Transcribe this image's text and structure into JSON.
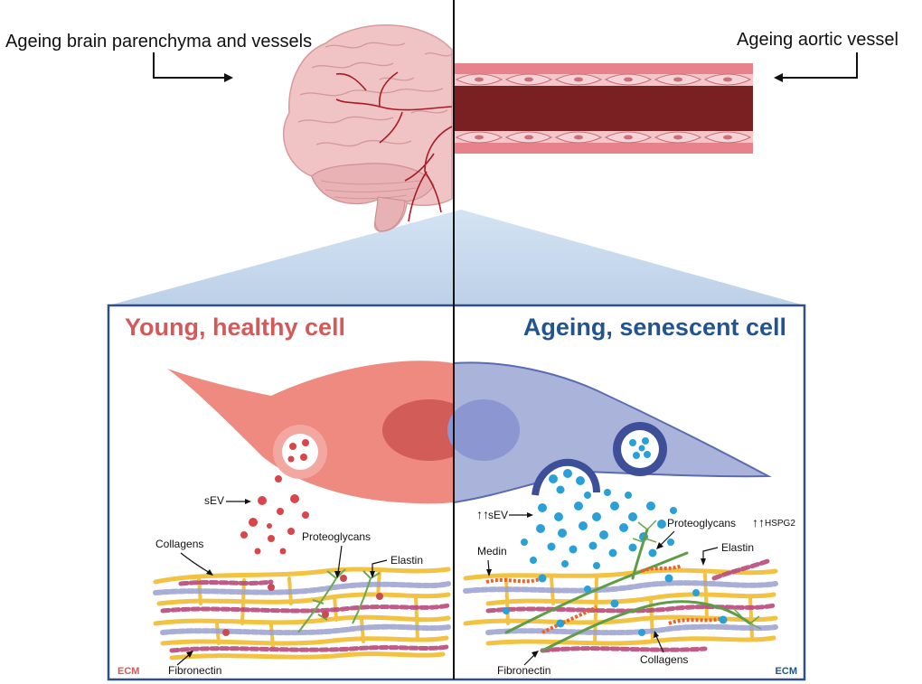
{
  "top": {
    "left_label": "Ageing brain parenchyma and vessels",
    "right_label": "Ageing aortic vessel"
  },
  "young": {
    "title": "Young, healthy cell",
    "sev": "sEV",
    "collagens": "Collagens",
    "proteoglycans": "Proteoglycans",
    "elastin": "Elastin",
    "fibronectin": "Fibronectin",
    "ecm": "ECM"
  },
  "ageing": {
    "title": "Ageing, senescent cell",
    "sev": "sEV",
    "proteoglycans": "Proteoglycans",
    "hspg2": "HSPG2",
    "medin": "Medin",
    "elastin": "Elastin",
    "fibronectin": "Fibronectin",
    "collagens": "Collagens",
    "ecm": "ECM"
  },
  "colors": {
    "young_title": "#d45a5a",
    "ageing_title": "#23548f",
    "young_cell": "#ee8a80",
    "ageing_cell": "#aab3da",
    "panel_border": "#2f4f86",
    "vessel_wall": "#e7828a",
    "vessel_lumen": "#7a1f22"
  }
}
